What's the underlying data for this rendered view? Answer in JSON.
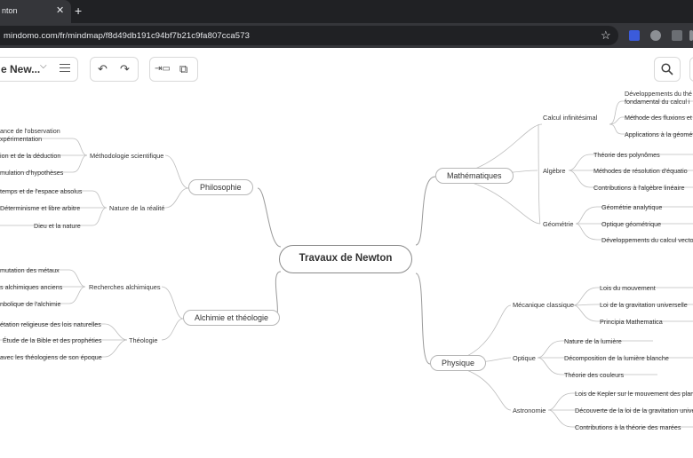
{
  "browser": {
    "tab_title": "nton",
    "tab_close": "✕",
    "new_tab": "+",
    "url": "mindomo.com/fr/mindmap/f8d49db191c94bf7b21c9fa807cca573",
    "star": "☆"
  },
  "toolbar": {
    "map_title": "e New...",
    "chevron": "⌵",
    "undo": "↶",
    "redo": "↷",
    "insert_icon": "⇥▭",
    "present_icon": "⧉",
    "search": "🔍"
  },
  "mindmap": {
    "center": "Travaux de Newton",
    "math": {
      "label": "Mathématiques",
      "calc": {
        "label": "Calcul infinitésimal",
        "items": [
          "Développements du thé",
          "fondamental du calcul i",
          "Méthode des fluxions et",
          "Applications à la géomét"
        ]
      },
      "alg": {
        "label": "Algèbre",
        "items": [
          "Théorie des polynômes",
          "Méthodes de résolution d'équatio",
          "Contributions à l'algèbre linéaire"
        ]
      },
      "geo": {
        "label": "Géométrie",
        "items": [
          "Géométrie analytique",
          "Optique géométrique",
          "Développements du calcul vecto"
        ]
      }
    },
    "phys": {
      "label": "Physique",
      "meca": {
        "label": "Mécanique classique",
        "items": [
          "Lois du mouvement",
          "Loi de la gravitation universelle",
          "Principia Mathematica"
        ]
      },
      "opt": {
        "label": "Optique",
        "items": [
          "Nature de la lumière",
          "Décomposition de la lumière blanche",
          "Théorie des couleurs"
        ]
      },
      "astro": {
        "label": "Astronomie",
        "items": [
          "Lois de Kepler sur le mouvement des plan",
          "Découverte de la loi de la gravitation unive",
          "Contributions à la théorie des marées"
        ]
      }
    },
    "philo": {
      "label": "Philosophie",
      "meth": {
        "label": "Méthodologie scientifique",
        "items": [
          "ance de l'observation",
          "xpérimentation",
          "ion et de la déduction",
          "mulation d'hypothèses"
        ]
      },
      "real": {
        "label": "Nature de la réalité",
        "items": [
          "temps et de l'espace absolus",
          "Déterminisme et libre arbitre",
          "Dieu et la nature"
        ]
      }
    },
    "alch": {
      "label": "Alchimie et théologie",
      "rech": {
        "label": "Recherches alchimiques",
        "items": [
          "mutation des métaux",
          "s alchimiques anciens",
          "nbolique de l'alchimie"
        ]
      },
      "theo": {
        "label": "Théologie",
        "items": [
          "étation religieuse des lois naturelles",
          "Étude de la Bible et des prophéties",
          "avec les théologiens de son époque"
        ]
      }
    }
  }
}
